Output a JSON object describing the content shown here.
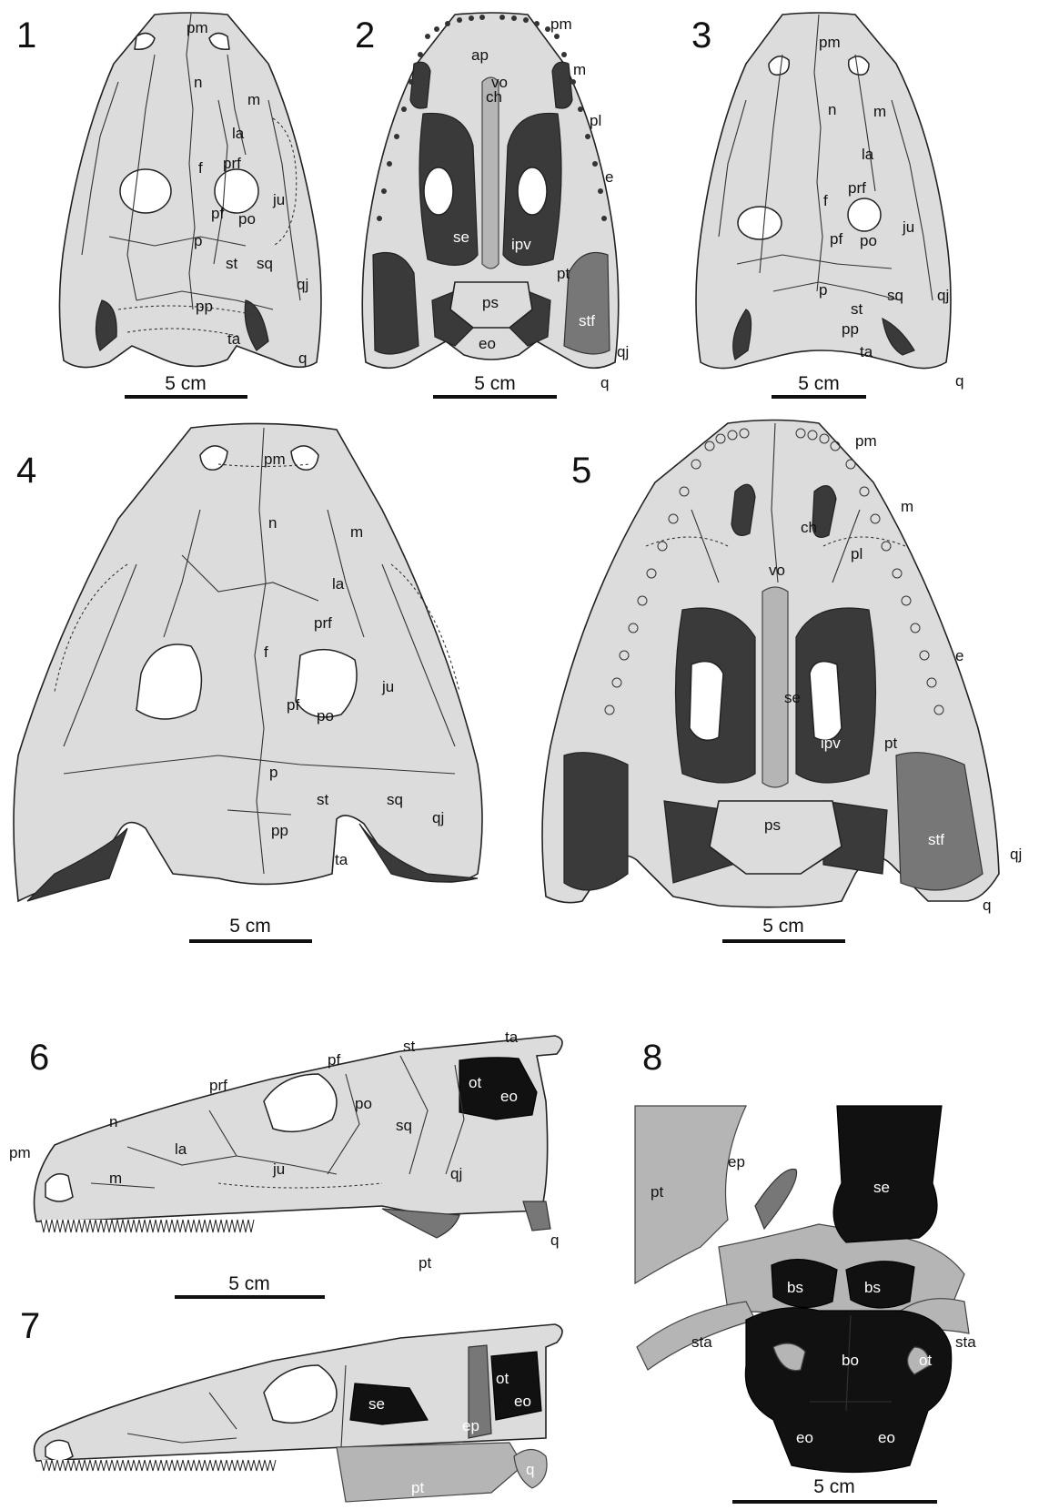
{
  "panels": [
    {
      "id": "1",
      "scale": "5 cm",
      "labels": [
        "pm",
        "n",
        "m",
        "la",
        "prf",
        "f",
        "ju",
        "pf",
        "po",
        "p",
        "st",
        "sq",
        "pp",
        "qj",
        "ta",
        "q"
      ]
    },
    {
      "id": "2",
      "scale": "5 cm",
      "labels": [
        "pm",
        "ap",
        "vo",
        "m",
        "ch",
        "pl",
        "e",
        "se",
        "ipv",
        "pt",
        "ps",
        "stf",
        "eo",
        "qj",
        "q"
      ]
    },
    {
      "id": "3",
      "scale": "5 cm",
      "labels": [
        "pm",
        "n",
        "m",
        "la",
        "prf",
        "f",
        "ju",
        "pf",
        "po",
        "p",
        "sq",
        "qj",
        "st",
        "pp",
        "ta",
        "q"
      ]
    },
    {
      "id": "4",
      "scale": "5 cm",
      "labels": [
        "pm",
        "n",
        "m",
        "la",
        "prf",
        "f",
        "ju",
        "pf",
        "po",
        "p",
        "st",
        "sq",
        "qj",
        "pp",
        "ta"
      ]
    },
    {
      "id": "5",
      "scale": "5 cm",
      "labels": [
        "pm",
        "m",
        "ch",
        "vo",
        "pl",
        "e",
        "se",
        "ipv",
        "pt",
        "ps",
        "stf",
        "qj",
        "q"
      ]
    },
    {
      "id": "6",
      "scale": "5 cm",
      "labels": [
        "ta",
        "pf",
        "st",
        "prf",
        "ot",
        "eo",
        "po",
        "sq",
        "n",
        "la",
        "pm",
        "m",
        "ju",
        "qj",
        "pt",
        "q"
      ]
    },
    {
      "id": "7",
      "scale": "",
      "labels": [
        "se",
        "ot",
        "eo",
        "ep",
        "pt",
        "q"
      ]
    },
    {
      "id": "8",
      "scale": "5 cm",
      "labels": [
        "ep",
        "se",
        "pt",
        "bs",
        "bs",
        "sta",
        "sta",
        "bo",
        "ot",
        "eo",
        "eo"
      ]
    }
  ]
}
